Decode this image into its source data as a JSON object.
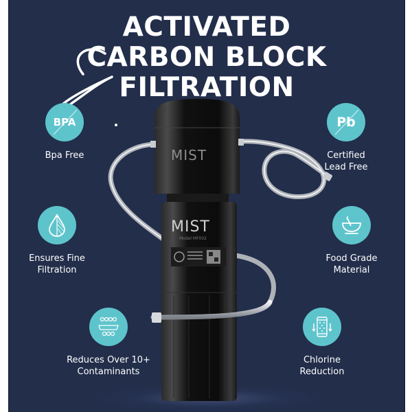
{
  "headline": {
    "line1": "ACTIVATED",
    "line2": "CARBON BLOCK",
    "line3": "FILTRATION"
  },
  "product": {
    "brand": "MIST",
    "model_label": "Model MF002",
    "colors": {
      "body": "#141414",
      "hose": "#c9ccd1"
    }
  },
  "features": [
    {
      "icon": "bpa-free-icon",
      "icon_text": "BPA",
      "label_line1": "Bpa Free",
      "label_line2": ""
    },
    {
      "icon": "lead-free-icon",
      "icon_text": "Pb",
      "label_line1": "Certified",
      "label_line2": "Lead Free"
    },
    {
      "icon": "water-drop-icon",
      "icon_text": "",
      "label_line1": "Ensures Fine",
      "label_line2": "Filtration"
    },
    {
      "icon": "bowl-icon",
      "icon_text": "",
      "label_line1": "Food Grade",
      "label_line2": "Material"
    },
    {
      "icon": "contaminants-filter-icon",
      "icon_text": "",
      "label_line1": "Reduces Over 10+",
      "label_line2": "Contaminants"
    },
    {
      "icon": "filter-cartridge-icon",
      "icon_text": "",
      "label_line1": "Chlorine",
      "label_line2": "Reduction"
    }
  ],
  "colors": {
    "background": "#222e4a",
    "accent": "#5ec4cc",
    "text": "#ffffff"
  }
}
